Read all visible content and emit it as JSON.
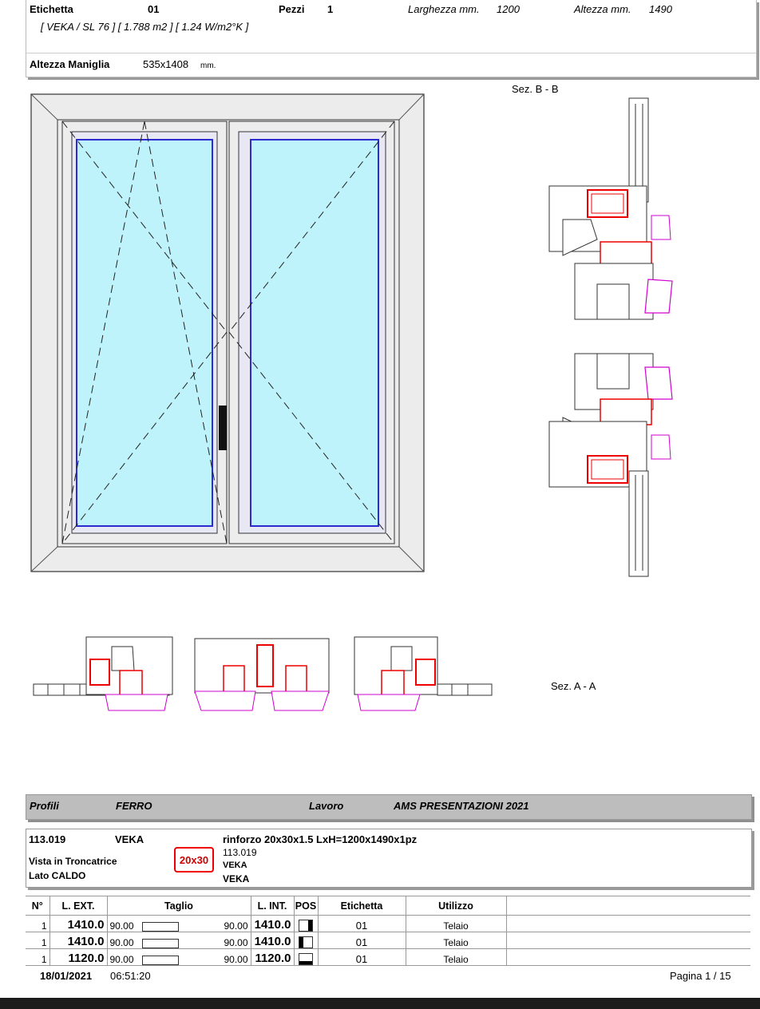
{
  "header": {
    "etichetta_label": "Etichetta",
    "etichetta_value": "01",
    "pezzi_label": "Pezzi",
    "pezzi_value": "1",
    "larghezza_label": "Larghezza mm.",
    "larghezza_value": "1200",
    "altezza_label": "Altezza mm.",
    "altezza_value": "1490",
    "profile_info": "[ VEKA / SL 76 ]  [ 1.788 m2 ]  [ 1.24 W/m2°K ]",
    "altezza_maniglia_label": "Altezza Maniglia",
    "altezza_maniglia_value": "535x1408",
    "altezza_maniglia_unit": "mm."
  },
  "sections": {
    "bb_label": "Sez. B - B",
    "aa_label": "Sez. A - A"
  },
  "profili_bar": {
    "profili_label": "Profili",
    "profili_value": "FERRO",
    "lavoro_label": "Lavoro",
    "lavoro_value": "AMS PRESENTAZIONI 2021"
  },
  "detail": {
    "code": "113.019",
    "brand": "VEKA",
    "vista": "Vista in Troncatrice",
    "lato": "Lato CALDO",
    "tag": "20x30",
    "description": "rinforzo 20x30x1.5 LxH=1200x1490x1pz",
    "sub_code": "113.019",
    "sub_brand1": "VEKA",
    "sub_brand2": "VEKA"
  },
  "table": {
    "headers": [
      "N°",
      "L. EXT.",
      "Taglio",
      "L. INT.",
      "POS",
      "Etichetta",
      "Utilizzo"
    ],
    "rows": [
      {
        "n": "1",
        "l_ext": "1410.0",
        "angle_a": "90.00",
        "angle_b": "90.00",
        "l_int": "1410.0",
        "pos": "right",
        "etichetta": "01",
        "utilizzo": "Telaio"
      },
      {
        "n": "1",
        "l_ext": "1410.0",
        "angle_a": "90.00",
        "angle_b": "90.00",
        "l_int": "1410.0",
        "pos": "left",
        "etichetta": "01",
        "utilizzo": "Telaio"
      },
      {
        "n": "1",
        "l_ext": "1120.0",
        "angle_a": "90.00",
        "angle_b": "90.00",
        "l_int": "1120.0",
        "pos": "bottom",
        "etichetta": "01",
        "utilizzo": "Telaio"
      }
    ]
  },
  "footer": {
    "date": "18/01/2021",
    "time": "06:51:20",
    "page": "Pagina 1 / 15"
  }
}
